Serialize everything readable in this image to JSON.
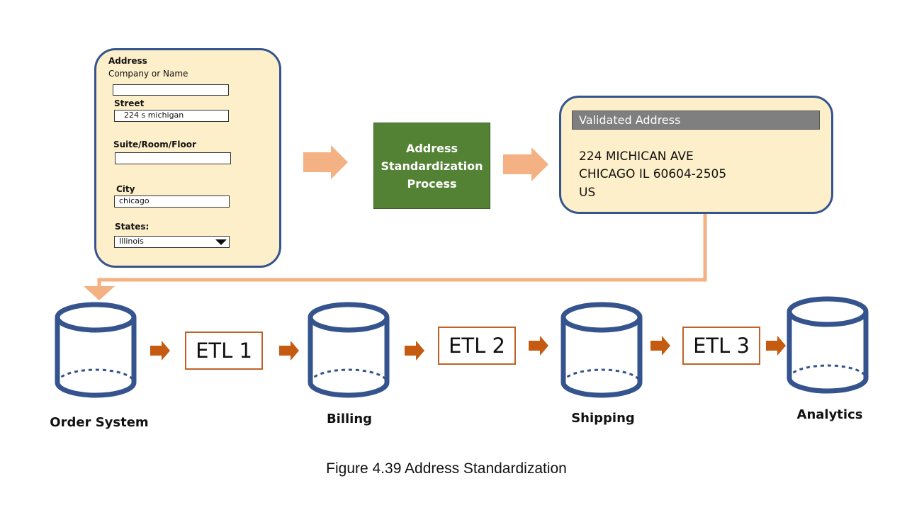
{
  "form": {
    "heading": "Address",
    "company_label": "Company or Name",
    "company_value": "",
    "street_label": "Street",
    "street_value": "224  s michigan",
    "suite_label": "Suite/Room/Floor",
    "suite_value": "",
    "city_label": "City",
    "city_value": "chicago",
    "state_label": "States:",
    "state_value": "Illinois"
  },
  "process": {
    "label": "Address Standardization Process"
  },
  "validated": {
    "header": "Validated Address",
    "lines": [
      "224 MICHICAN  AVE",
      "CHICAGO  IL  60604-2505",
      "US"
    ]
  },
  "pipeline": {
    "systems": [
      "Order System",
      "Billing",
      "Shipping",
      "Analytics"
    ],
    "etls": [
      "ETL 1",
      "ETL 2",
      "ETL 3"
    ]
  },
  "colors": {
    "database_stroke": "#35548e",
    "card_fill": "#fdefc9",
    "process_fill": "#548235",
    "flow_arrow": "#f4b183",
    "etl_arrow": "#c55a11",
    "header_fill": "#7f7f7f"
  },
  "caption": "Figure 4.39 Address Standardization"
}
